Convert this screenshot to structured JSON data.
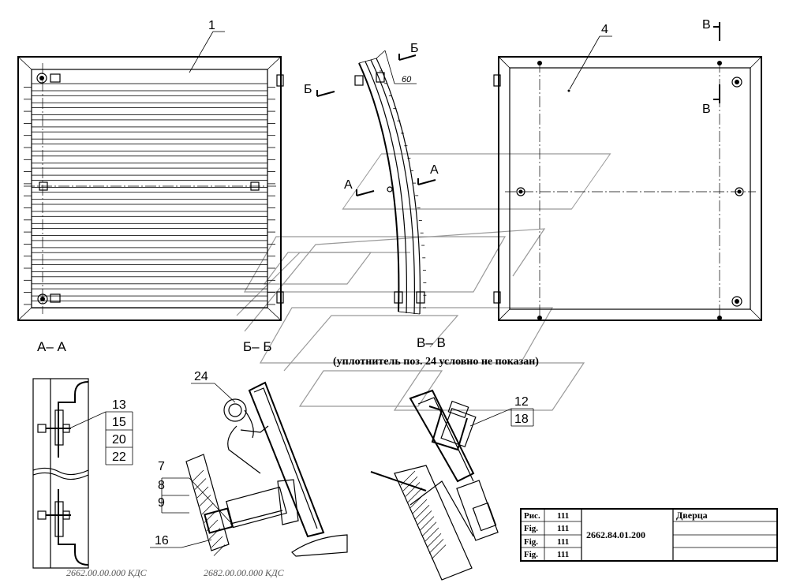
{
  "labels": {
    "pos1": "1",
    "pos4": "4",
    "pos7": "7",
    "pos8": "8",
    "pos9": "9",
    "pos12": "12",
    "pos13": "13",
    "pos15": "15",
    "pos16": "16",
    "pos18": "18",
    "pos20": "20",
    "pos22": "22",
    "pos24": "24",
    "angle": "60"
  },
  "section_marks": {
    "a": "А",
    "b": "Б",
    "v": "В"
  },
  "section_titles": {
    "aa": "А– А",
    "bb": "Б– Б",
    "vv": "В– В"
  },
  "note": "(уплотнитель поз. 24 условно не показан)",
  "codes": {
    "left": "2662.00.00.000 КДС",
    "right": "2682.00.00.000 КДС"
  },
  "title_block": {
    "rows": [
      {
        "label": "Рис.",
        "num": "111"
      },
      {
        "label": "Fig.",
        "num": "111"
      },
      {
        "label": "Fig.",
        "num": "111"
      },
      {
        "label": "Fig.",
        "num": "111"
      }
    ],
    "designation": "2662.84.01.200",
    "name": "Дверца"
  }
}
